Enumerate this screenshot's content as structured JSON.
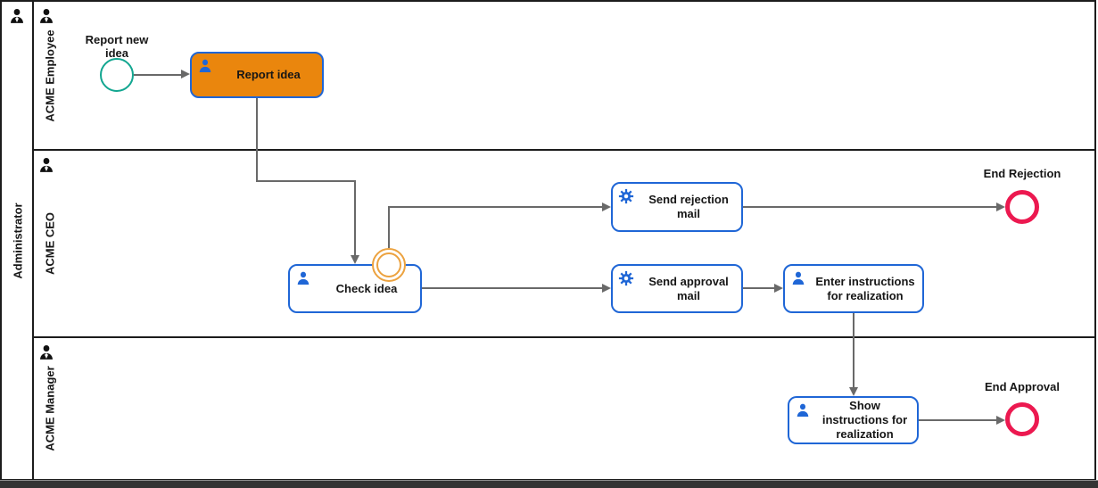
{
  "diagram": {
    "pool": {
      "name": "Administrator"
    },
    "lanes": [
      {
        "name": "ACME Employee"
      },
      {
        "name": "ACME CEO"
      },
      {
        "name": "ACME Manager"
      }
    ],
    "events": {
      "start": {
        "label": "Report new idea",
        "type": "start"
      },
      "boundary": {
        "type": "boundary-intermediate"
      },
      "end_rejection": {
        "label": "End Rejection",
        "type": "end"
      },
      "end_approval": {
        "label": "End Approval",
        "type": "end"
      }
    },
    "tasks": {
      "report_idea": {
        "label": "Report idea",
        "type": "user",
        "highlighted": true
      },
      "check_idea": {
        "label": "Check idea",
        "type": "user"
      },
      "send_rejection_mail": {
        "label": "Send rejection mail",
        "type": "service"
      },
      "send_approval_mail": {
        "label": "Send approval mail",
        "type": "service"
      },
      "enter_instructions": {
        "label": "Enter instructions for realization",
        "type": "user"
      },
      "show_instructions": {
        "label": "Show instructions for realization",
        "type": "user"
      }
    },
    "icons": {
      "participant": "participant-icon",
      "user_task": "user-icon",
      "service_task": "gear-icon"
    },
    "colors": {
      "task_border": "#1f66d6",
      "highlight_fill": "#ea860d",
      "start_event": "#12a690",
      "end_event": "#ec1950",
      "boundary_event": "#eca23f",
      "connector": "#696969",
      "frame": "#1c1c1c"
    }
  }
}
